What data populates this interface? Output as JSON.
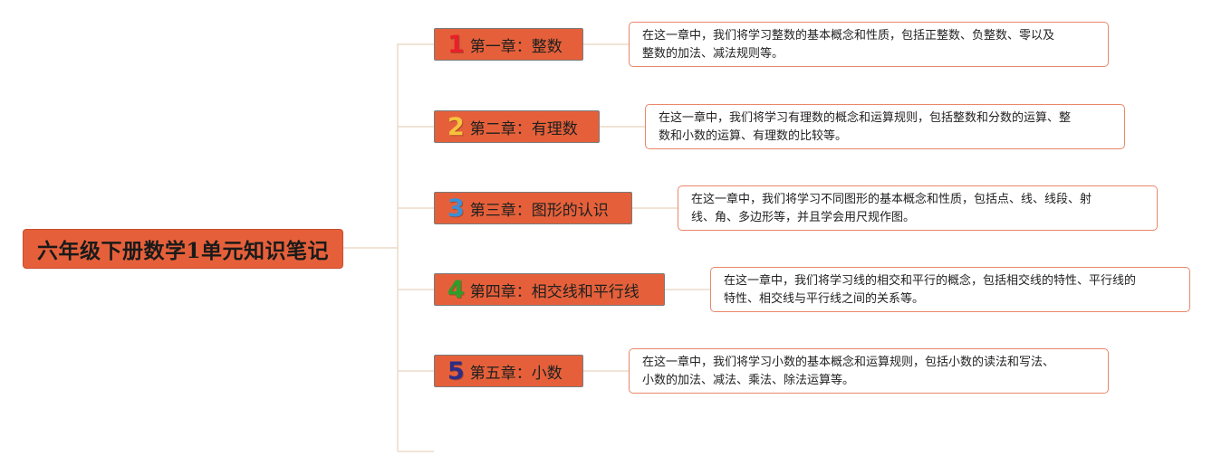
{
  "root": {
    "title": "六年级下册数学1单元知识笔记"
  },
  "colors": {
    "node_fill": "#e5603a",
    "connector": "#ecdcc8",
    "desc_border": "#e9876a"
  },
  "chapters": [
    {
      "num": "1",
      "num_color": "#e8202a",
      "title": "第一章：整数",
      "desc_lines": [
        "在这一章中，我们将学习整数的基本概念和性质，包括正整数、负整数、零以及",
        "整数的加法、减法规则等。"
      ]
    },
    {
      "num": "2",
      "num_color": "#f7c23e",
      "title": "第二章：有理数",
      "desc_lines": [
        "在这一章中，我们将学习有理数的概念和运算规则，包括整数和分数的运算、整",
        "数和小数的运算、有理数的比较等。"
      ]
    },
    {
      "num": "3",
      "num_color": "#3b8fd6",
      "title": "第三章：图形的认识",
      "desc_lines": [
        "在这一章中，我们将学习不同图形的基本概念和性质，包括点、线、线段、射",
        "线、角、多边形等，并且学会用尺规作图。"
      ]
    },
    {
      "num": "4",
      "num_color": "#2e9e2a",
      "title": "第四章：相交线和平行线",
      "desc_lines": [
        "在这一章中，我们将学习线的相交和平行的概念，包括相交线的特性、平行线的",
        "特性、相交线与平行线之间的关系等。"
      ]
    },
    {
      "num": "5",
      "num_color": "#2d2d86",
      "title": "第五章：小数",
      "desc_lines": [
        "在这一章中，我们将学习小数的基本概念和运算规则，包括小数的读法和写法、",
        "小数的加法、减法、乘法、除法运算等。"
      ]
    }
  ]
}
